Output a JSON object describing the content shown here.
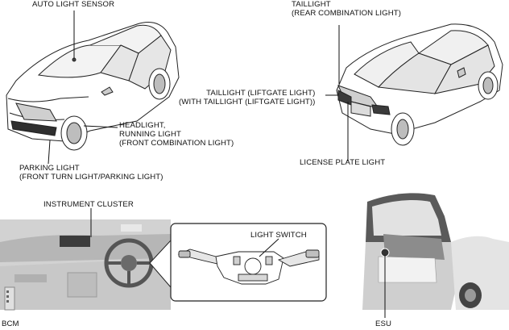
{
  "labels": {
    "auto_light_sensor": "AUTO LIGHT SENSOR",
    "headlight": [
      "HEADLIGHT,",
      "RUNNING LIGHT",
      "(FRONT COMBINATION LIGHT)"
    ],
    "parking_light": [
      "PARKING LIGHT",
      "(FRONT TURN LIGHT/PARKING LIGHT)"
    ],
    "taillight_rear": [
      "TAILLIGHT",
      "(REAR COMBINATION LIGHT)"
    ],
    "taillight_liftgate": [
      "TAILLIGHT (LIFTGATE LIGHT)",
      "(WITH TAILLIGHT (LIFTGATE LIGHT))"
    ],
    "license_plate_light": "LICENSE PLATE LIGHT",
    "instrument_cluster": "INSTRUMENT CLUSTER",
    "light_switch": "LIGHT SWITCH",
    "bcm": "BCM",
    "esu": "ESU"
  },
  "colors": {
    "line": "#1a1a1a",
    "photo_bg": "#d4d4d4",
    "callout_bg": "#ffffff"
  }
}
